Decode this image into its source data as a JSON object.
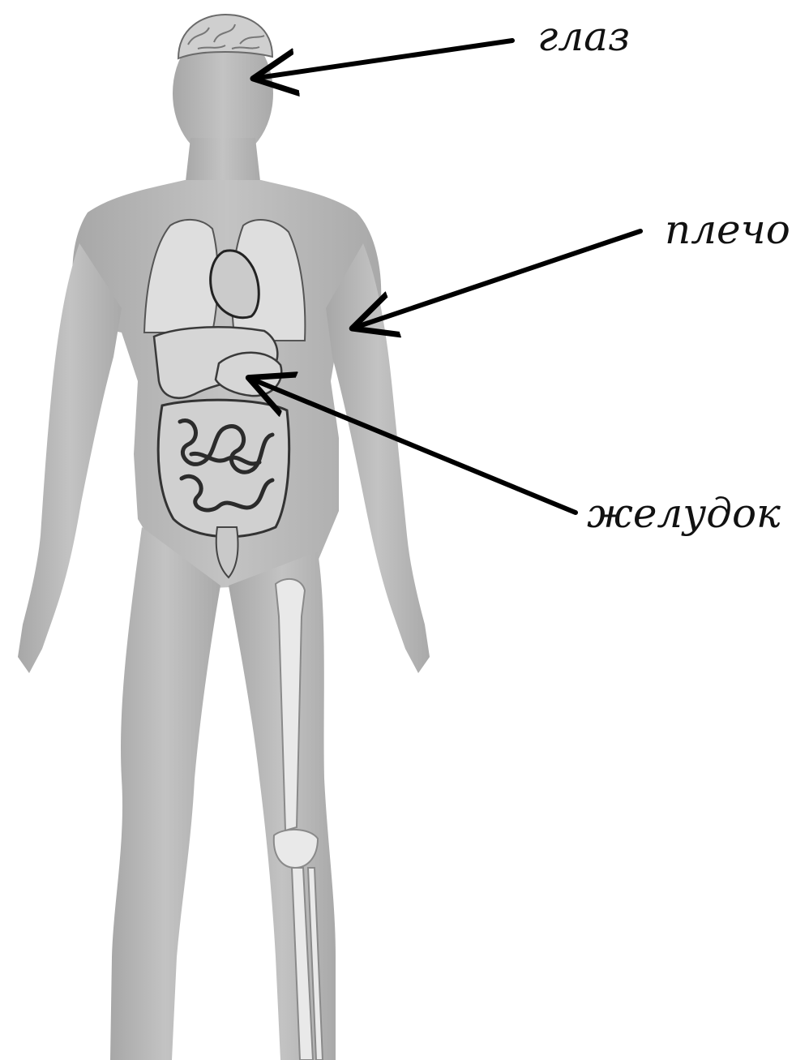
{
  "labels": {
    "eye": "глаз",
    "shoulder": "плечо",
    "stomach": "желудок"
  },
  "colors": {
    "background": "#ffffff",
    "body": "#b9b9b9",
    "body_shadow": "#a4a4a4",
    "organ_fill": "#d8d8d8",
    "organ_outline": "#3c3c3c",
    "bone": "#e6e6e6",
    "arrow": "#000000",
    "label_text": "#111111"
  }
}
